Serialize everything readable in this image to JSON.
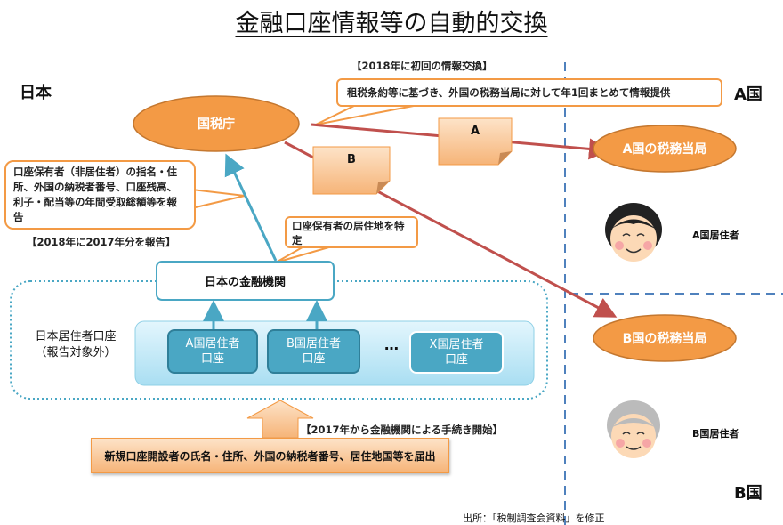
{
  "title": "金融口座情報等の自動的交換",
  "countries": {
    "japan": "日本",
    "a": "A国",
    "b": "B国"
  },
  "nodes": {
    "nta": "国税庁",
    "a_authority": "A国の税務当局",
    "b_authority": "B国の税務当局",
    "financial_institution": "日本の金融機関",
    "resident_accounts_label": "日本居住者口座\n（報告対象外）",
    "accounts": [
      "A国居住者\n口座",
      "B国居住者\n口座",
      "X国居住者\n口座"
    ],
    "ellipsis": "…",
    "a_resident": "A国居住者",
    "b_resident": "B国居住者"
  },
  "notes": {
    "a": "A",
    "b": "B"
  },
  "callouts": {
    "exchange_heading": "【2018年に初回の情報交換】",
    "exchange_text": "租税条約等に基づき、外国の税務当局に対して年1回まとめて情報提供",
    "report_text": "口座保有者（非居住者）の指名・住所、外国の納税者番号、口座残高、利子・配当等の年間受取総額等を報告",
    "report_heading": "【2018年に2017年分を報告】",
    "identify_text": "口座保有者の居住地を特定",
    "procedure_heading": "【2017年から金融機関による手続き開始】",
    "submission_text": "新規口座開設者の氏名・住所、外国の納税者番号、居住地国等を届出"
  },
  "source": "出所：「税制調査会資料」を修正",
  "colors": {
    "orange": "#f39a45",
    "red": "#c0504d",
    "blue": "#4aa7c4",
    "dash": "#4f81bd"
  }
}
